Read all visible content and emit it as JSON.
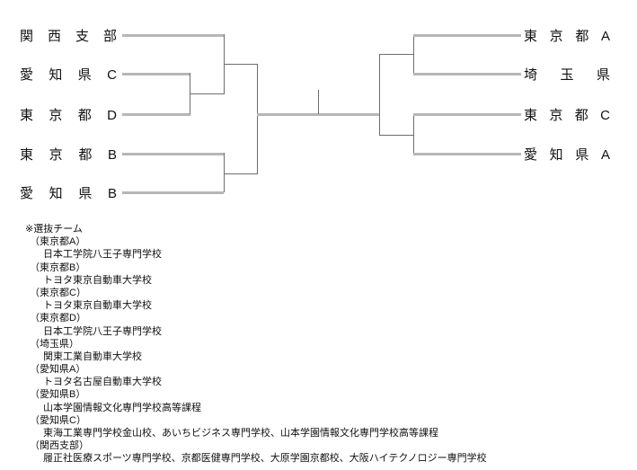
{
  "bracket": {
    "title": "",
    "line_color": "#b6b6b6",
    "connector_color": "#6e6e6e",
    "left_teams": [
      {
        "name": "関西支部",
        "spaced": "関 西 支 部"
      },
      {
        "name": "愛知県C",
        "spaced": "愛 知 県 C"
      },
      {
        "name": "東京都D",
        "spaced": "東 京 都 D"
      },
      {
        "name": "東京都B",
        "spaced": "東 京 都 B"
      },
      {
        "name": "愛知県B",
        "spaced": "愛 知 県 B"
      }
    ],
    "right_teams": [
      {
        "name": "東京都A",
        "spaced": "東 京 都 A"
      },
      {
        "name": "埼玉県",
        "spaced": "埼 玉 県"
      },
      {
        "name": "東京都C",
        "spaced": "東 京 都 C"
      },
      {
        "name": "愛知県A",
        "spaced": "愛 知 県 A"
      }
    ]
  },
  "legend": {
    "heading": "※選抜チーム",
    "entries": [
      {
        "group": "（東京都A）",
        "schools": "日本工学院八王子専門学校"
      },
      {
        "group": "（東京都B）",
        "schools": "トヨタ東京自動車大学校"
      },
      {
        "group": "（東京都C）",
        "schools": "トヨタ東京自動車大学校"
      },
      {
        "group": "（東京都D）",
        "schools": "日本工学院八王子専門学校"
      },
      {
        "group": "（埼玉県）",
        "schools": "関東工業自動車大学校"
      },
      {
        "group": "（愛知県A）",
        "schools": "トヨタ名古屋自動車大学校"
      },
      {
        "group": "（愛知県B）",
        "schools": "山本学園情報文化専門学校高等課程"
      },
      {
        "group": "（愛知県C）",
        "schools": "東海工業専門学校金山校、あいちビジネス専門学校、山本学園情報文化専門学校高等課程"
      },
      {
        "group": "（関西支部）",
        "schools": "履正社医療スポーツ専門学校、京都医健専門学校、大原学園京都校、大阪ハイテクノロジー専門学校"
      }
    ]
  }
}
